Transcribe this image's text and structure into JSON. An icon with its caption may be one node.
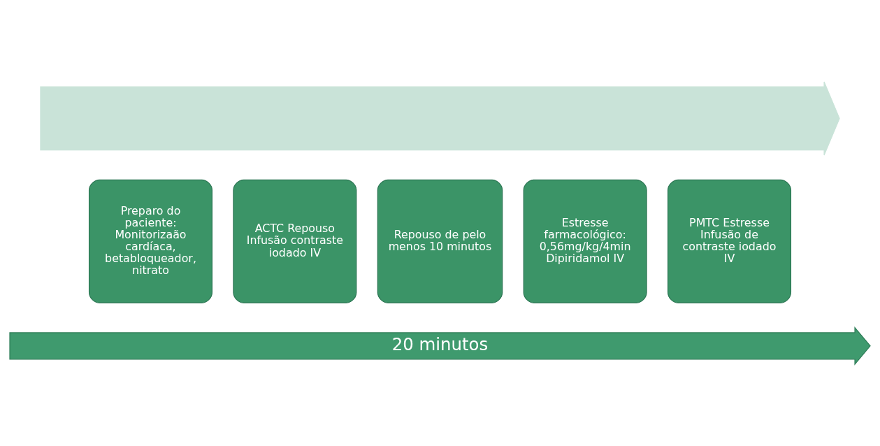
{
  "diagram": {
    "nodes": [
      {
        "text": [],
        "shape": "arrow"
      },
      {
        "text": [
          "Preparo do paciente: Monitorizaão cardíaca, betabloqueador, nitrato"
        ]
      },
      {
        "text": [
          "ACTC Repouso",
          "Infusão contraste iodado IV"
        ]
      },
      {
        "text": [
          "Repouso de pelo menos 10 minutos"
        ]
      },
      {
        "text": [
          "Estresse farmacológico: 0,56mg/kg/4min Dipiridamol IV"
        ]
      },
      {
        "text": [
          "PMTC Estresse",
          "Infusão de contraste iodado IV"
        ]
      },
      {
        "text": [
          "20 minutos"
        ]
      }
    ],
    "edges": []
  }
}
